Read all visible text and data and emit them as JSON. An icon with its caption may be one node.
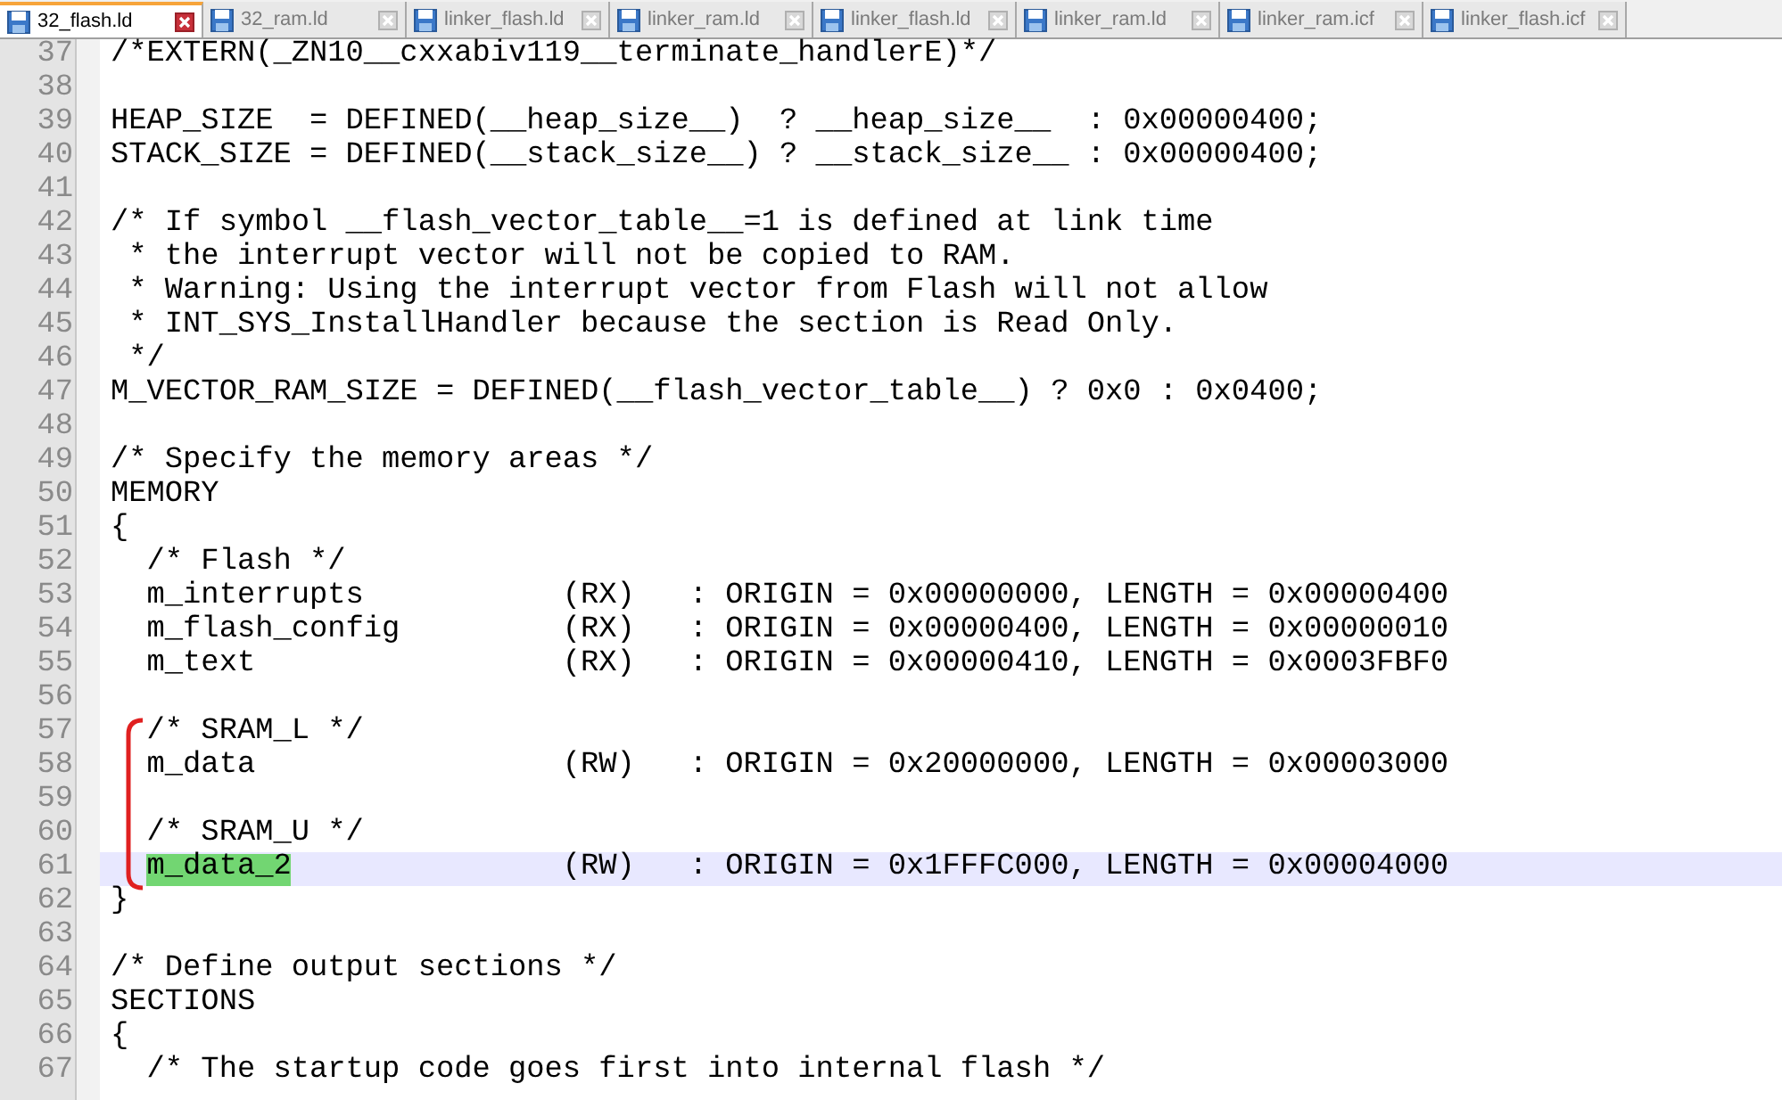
{
  "diagram": {
    "labels": [
      "32_flash.ld",
      "32_ram.ld",
      "linker_flash.ld",
      "linker_ram.ld",
      "linker_flash.ld",
      "linker_ram.ld",
      "linker_ram.icf",
      "linker_flash.icf",
      "37",
      "/*EXTERN(_ZN10__cxxabiv119__terminate_handlerE)*/",
      "38",
      "39",
      "HEAP_SIZE  = DEFINED(__heap_size__)  ? __heap_size__  : 0x00000400;",
      "40",
      "STACK_SIZE = DEFINED(__stack_size__) ? __stack_size__ : 0x00000400;",
      "41",
      "42",
      "/* If symbol __flash_vector_table__=1 is defined at link time",
      "43",
      " * the interrupt vector will not be copied to RAM.",
      "44",
      " * Warning: Using the interrupt vector from Flash will not allow",
      "45",
      " * INT_SYS_InstallHandler because the section is Read Only.",
      "46",
      " */",
      "47",
      "M_VECTOR_RAM_SIZE = DEFINED(__flash_vector_table__) ? 0x0 : 0x0400;",
      "48",
      "49",
      "/* Specify the memory areas */",
      "50",
      "MEMORY",
      "51",
      "{",
      "52",
      "  /* Flash */",
      "53",
      "  m_interrupts           (RX)   : ORIGIN = 0x00000000, LENGTH = 0x00000400",
      "54",
      "  m_flash_config         (RX)   : ORIGIN = 0x00000400, LENGTH = 0x00000010",
      "55",
      "  m_text                 (RX)   : ORIGIN = 0x00000410, LENGTH = 0x0003FBF0",
      "56",
      "57",
      "  /* SRAM_L */",
      "58",
      "  m_data                 (RW)   : ORIGIN = 0x20000000, LENGTH = 0x00003000",
      "59",
      "60",
      "  /* SRAM_U */",
      "61",
      "  m_data_2               (RW)   : ORIGIN = 0x1FFFC000, LENGTH = 0x00004000",
      "62",
      "}",
      "63",
      "64",
      "/* Define output sections */",
      "65",
      "SECTIONS",
      "66",
      "{",
      "67",
      "  /* The startup code goes first into internal flash */"
    ]
  }
}
